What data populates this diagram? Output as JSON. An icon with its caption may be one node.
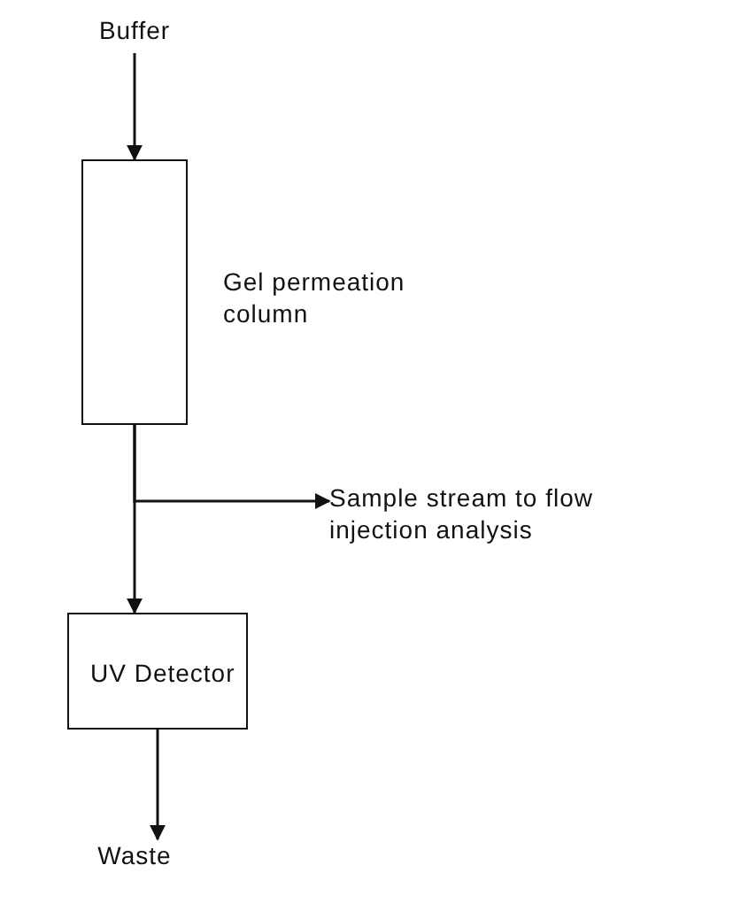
{
  "diagram": {
    "nodes": [
      {
        "text": [
          "Buffer"
        ]
      },
      {
        "text": [],
        "shape": "box",
        "beside": [
          "Gel permeation column"
        ]
      },
      {
        "text": [
          "Sample stream to flow injection analysis"
        ]
      },
      {
        "text": [
          "UV Detector"
        ]
      },
      {
        "text": [
          "Waste"
        ]
      }
    ],
    "edges": [
      {
        "from": 0,
        "to": 1,
        "arrow": "to"
      },
      {
        "from": 1,
        "to": 3,
        "arrow": "to"
      },
      {
        "from": 1,
        "to": 2,
        "arrow": "to"
      },
      {
        "from": 3,
        "to": 4,
        "arrow": "to"
      }
    ]
  }
}
